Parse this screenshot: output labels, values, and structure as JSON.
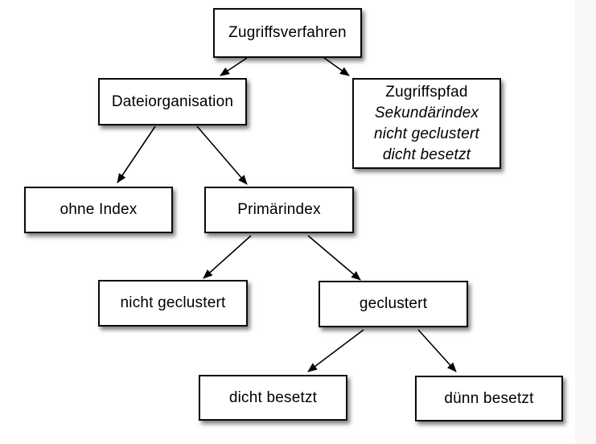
{
  "diagram": {
    "description": "Tree diagram of access methods (Zugriffsverfahren)",
    "colors": {
      "background": "#ffffff",
      "node_fill": "#ffffff",
      "node_border": "#000000",
      "arrow": "#000000",
      "right_gutter": "#f7f7f8"
    },
    "nodes": [
      {
        "id": "zugriffsverfahren",
        "label": "Zugriffsverfahren"
      },
      {
        "id": "dateiorganisation",
        "label": "Dateiorganisation"
      },
      {
        "id": "zugriffspfad",
        "lines": [
          "Zugriffspfad",
          "Sekundärindex",
          "nicht geclustert",
          "dicht besetzt"
        ],
        "lines_italic": [
          false,
          true,
          true,
          true
        ]
      },
      {
        "id": "ohne-index",
        "label": "ohne Index"
      },
      {
        "id": "primaerindex",
        "label": "Primärindex"
      },
      {
        "id": "nicht-geclustert",
        "label": "nicht geclustert"
      },
      {
        "id": "geclustert",
        "label": "geclustert"
      },
      {
        "id": "dicht-besetzt",
        "label": "dicht besetzt"
      },
      {
        "id": "duenn-besetzt",
        "label": "dünn besetzt"
      }
    ],
    "edges": [
      {
        "from": "zugriffsverfahren",
        "to": "dateiorganisation"
      },
      {
        "from": "zugriffsverfahren",
        "to": "zugriffspfad"
      },
      {
        "from": "dateiorganisation",
        "to": "ohne-index"
      },
      {
        "from": "dateiorganisation",
        "to": "primaerindex"
      },
      {
        "from": "primaerindex",
        "to": "nicht-geclustert"
      },
      {
        "from": "primaerindex",
        "to": "geclustert"
      },
      {
        "from": "geclustert",
        "to": "dicht-besetzt"
      },
      {
        "from": "geclustert",
        "to": "duenn-besetzt"
      }
    ]
  }
}
